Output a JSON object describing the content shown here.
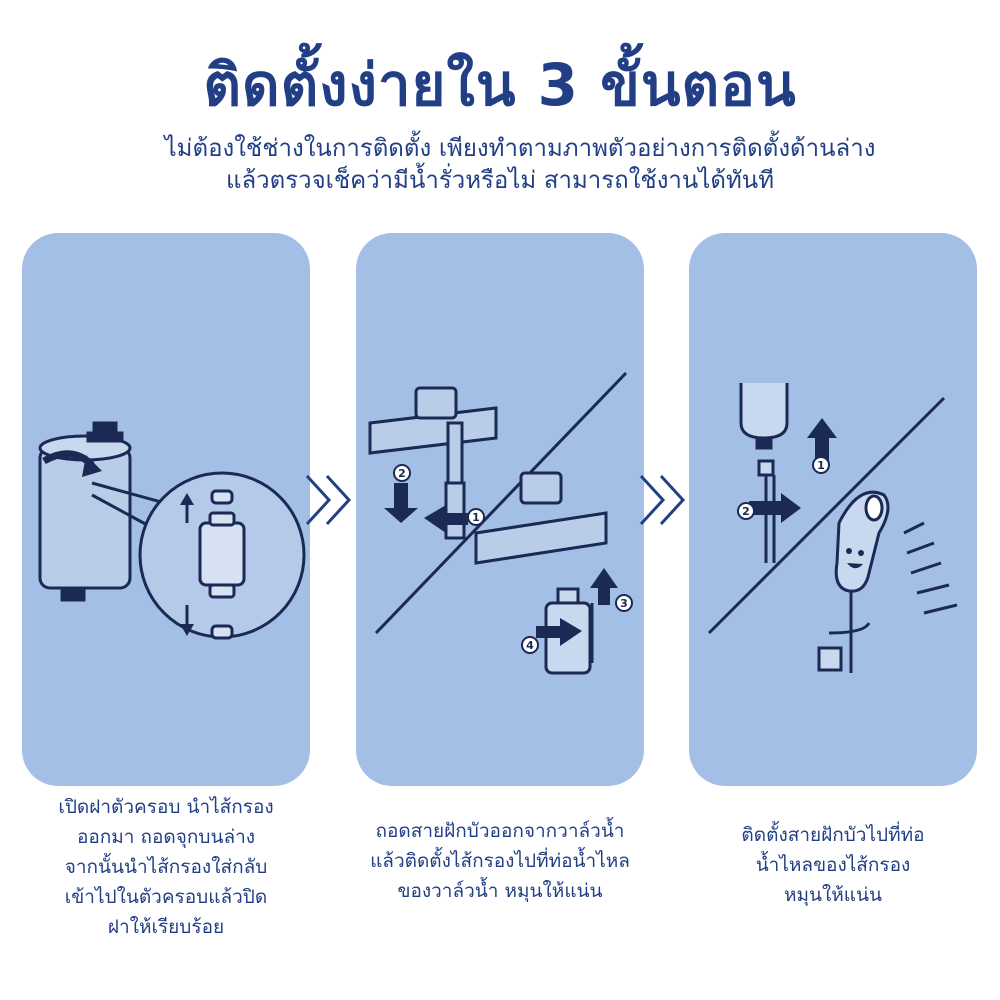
{
  "header": {
    "title": "ติดตั้งง่ายใน 3 ขั้นตอน",
    "subtitle_line1": "ไม่ต้องใช้ช่างในการติดตั้ง เพียงทำตามภาพตัวอย่างการติดตั้งด้านล่าง",
    "subtitle_line2": "แล้วตรวจเช็คว่ามีน้ำรั่วหรือไม่  สามารถใช้งานได้ทันที"
  },
  "steps": [
    {
      "caption": [
        "เปิดฝาตัวครอบ นำไส้กรอง",
        "ออกมา  ถอดจุกบนล่าง",
        "จากนั้นนำไส้กรองใส่กลับ",
        "เข้าไปในตัวครอบแล้วปิด",
        "ฝาให้เรียบร้อย"
      ]
    },
    {
      "caption": [
        "ถอดสายฝักบัวออกจากวาล์วน้ำ",
        "แล้วติดตั้งไส้กรองไปที่ท่อน้ำไหล",
        "ของวาล์วน้ำ หมุนให้แน่น"
      ],
      "markers": [
        "1",
        "2",
        "3",
        "4"
      ]
    },
    {
      "caption": [
        "ติดตั้งสายฝักบัวไปที่ท่อ",
        "น้ำไหลของไส้กรอง",
        "หมุนให้แน่น"
      ],
      "markers": [
        "1",
        "2"
      ]
    }
  ],
  "colors": {
    "title": "#223f86",
    "panel": "#a4bfe6",
    "line": "#1b2a55"
  }
}
